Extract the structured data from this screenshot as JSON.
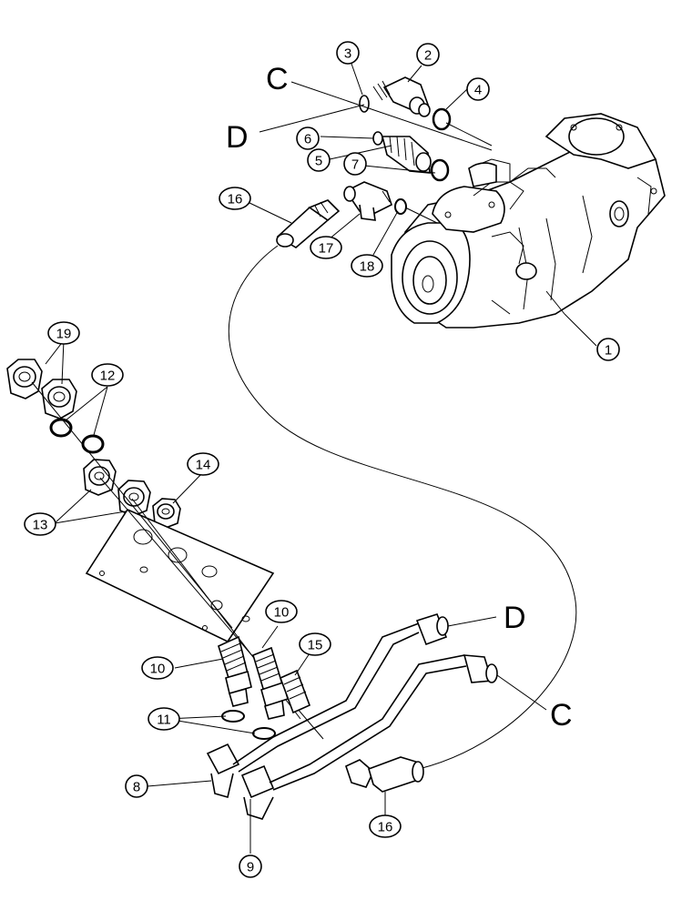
{
  "callouts": {
    "c1": "1",
    "c2": "2",
    "c3": "3",
    "c4": "4",
    "c5": "5",
    "c6": "6",
    "c7": "7",
    "c8": "8",
    "c9": "9",
    "c10a": "10",
    "c10b": "10",
    "c11": "11",
    "c12": "12",
    "c13": "13",
    "c14": "14",
    "c15": "15",
    "c16a": "16",
    "c16b": "16",
    "c17": "17",
    "c18": "18",
    "c19": "19"
  },
  "connectors": {
    "c_top": "C",
    "d_top": "D",
    "d_bottom": "D",
    "c_bottom": "C"
  }
}
